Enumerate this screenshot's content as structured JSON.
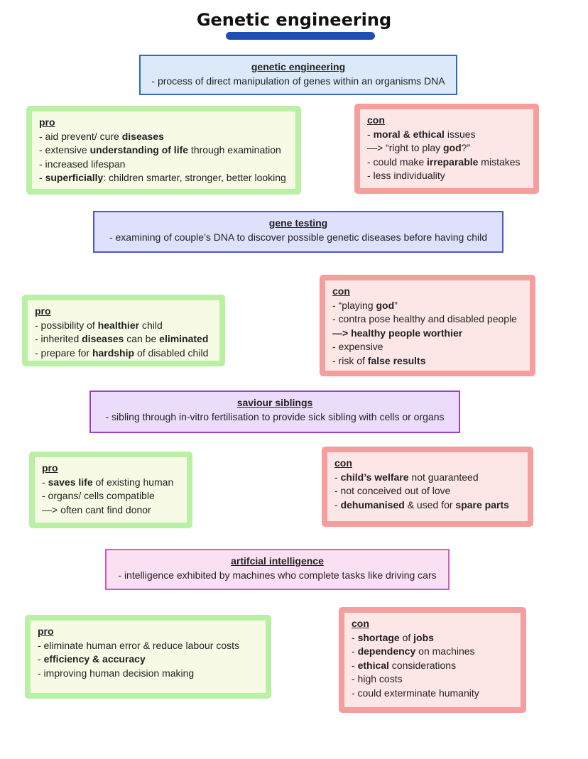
{
  "title": "Genetic engineering",
  "sections": [
    {
      "heading": "genetic engineering",
      "definition": "- process of direct manipulation of genes within an organisms DNA",
      "pro": {
        "label": "pro",
        "items": [
          [
            {
              "t": "- aid prevent/ cure "
            },
            {
              "t": "diseases",
              "b": true
            }
          ],
          [
            {
              "t": "- extensive "
            },
            {
              "t": "understanding of life",
              "b": true
            },
            {
              "t": " through examination"
            }
          ],
          [
            {
              "t": "- increased lifespan"
            }
          ],
          [
            {
              "t": "- "
            },
            {
              "t": "superficially",
              "b": true
            },
            {
              "t": ": children smarter, stronger, better looking"
            }
          ]
        ]
      },
      "con": {
        "label": "con",
        "items": [
          [
            {
              "t": "- "
            },
            {
              "t": "moral & ethical",
              "b": true
            },
            {
              "t": " issues"
            }
          ],
          [
            {
              "t": "—> “right to play "
            },
            {
              "t": "god",
              "b": true
            },
            {
              "t": "?”"
            }
          ],
          [
            {
              "t": "- could make "
            },
            {
              "t": "irreparable",
              "b": true
            },
            {
              "t": " mistakes"
            }
          ],
          [
            {
              "t": "- less individuality"
            }
          ]
        ]
      }
    },
    {
      "heading": "gene testing",
      "definition": "- examining of couple’s DNA to discover possible genetic diseases before having child",
      "pro": {
        "label": "pro",
        "items": [
          [
            {
              "t": "- possibility of "
            },
            {
              "t": "healthier",
              "b": true
            },
            {
              "t": " child"
            }
          ],
          [
            {
              "t": "- inherited "
            },
            {
              "t": "diseases",
              "b": true
            },
            {
              "t": " can be "
            },
            {
              "t": "eliminated",
              "b": true
            }
          ],
          [
            {
              "t": "- prepare for "
            },
            {
              "t": "hardship",
              "b": true
            },
            {
              "t": " of disabled child"
            }
          ]
        ]
      },
      "con": {
        "label": "con",
        "items": [
          [
            {
              "t": "- “playing "
            },
            {
              "t": "god",
              "b": true
            },
            {
              "t": "”"
            }
          ],
          [
            {
              "t": "- contra pose healthy and disabled people"
            }
          ],
          [
            {
              "t": "—> healthy people worthier",
              "b": true
            }
          ],
          [
            {
              "t": "- expensive"
            }
          ],
          [
            {
              "t": "- risk of "
            },
            {
              "t": "false results",
              "b": true
            }
          ]
        ]
      }
    },
    {
      "heading": "saviour siblings",
      "definition": "- sibling through in-vitro fertilisation to provide sick sibling with cells or organs",
      "pro": {
        "label": "pro",
        "items": [
          [
            {
              "t": "- "
            },
            {
              "t": "saves life",
              "b": true
            },
            {
              "t": " of existing human"
            }
          ],
          [
            {
              "t": "- organs/ cells compatible"
            }
          ],
          [
            {
              "t": "—> often cant find donor"
            }
          ]
        ]
      },
      "con": {
        "label": "con",
        "items": [
          [
            {
              "t": "- "
            },
            {
              "t": "child’s welfare",
              "b": true
            },
            {
              "t": " not guaranteed"
            }
          ],
          [
            {
              "t": "- not conceived out of love"
            }
          ],
          [
            {
              "t": "- "
            },
            {
              "t": "dehumanised",
              "b": true
            },
            {
              "t": " & used for "
            },
            {
              "t": "spare parts",
              "b": true
            }
          ]
        ]
      }
    },
    {
      "heading": "artifcial intelligence",
      "definition": "- intelligence exhibited by machines who complete tasks like driving cars",
      "pro": {
        "label": "pro",
        "items": [
          [
            {
              "t": "- eliminate human error & reduce labour costs"
            }
          ],
          [
            {
              "t": "- "
            },
            {
              "t": "efficiency & accuracy",
              "b": true
            }
          ],
          [
            {
              "t": "- improving human decision making"
            }
          ]
        ]
      },
      "con": {
        "label": "con",
        "items": [
          [
            {
              "t": "con",
              "b": false,
              "skip": true
            }
          ],
          [
            {
              "t": "- "
            },
            {
              "t": "shortage",
              "b": true
            },
            {
              "t": " of "
            },
            {
              "t": "jobs",
              "b": true
            }
          ],
          [
            {
              "t": "- "
            },
            {
              "t": "dependency",
              "b": true
            },
            {
              "t": " on machines"
            }
          ],
          [
            {
              "t": "- "
            },
            {
              "t": "ethical",
              "b": true
            },
            {
              "t": " considerations"
            }
          ],
          [
            {
              "t": "- high costs"
            }
          ],
          [
            {
              "t": "- could exterminate humanity"
            }
          ]
        ]
      }
    }
  ],
  "colors": {
    "title_bar": "#1f4fb4",
    "pro_border": "#b9f0a3",
    "con_border": "#f49e9e",
    "def1": "#2f6bb6",
    "def2": "#4d56c6",
    "def3": "#9a3fd0",
    "def4": "#d05cc0"
  }
}
